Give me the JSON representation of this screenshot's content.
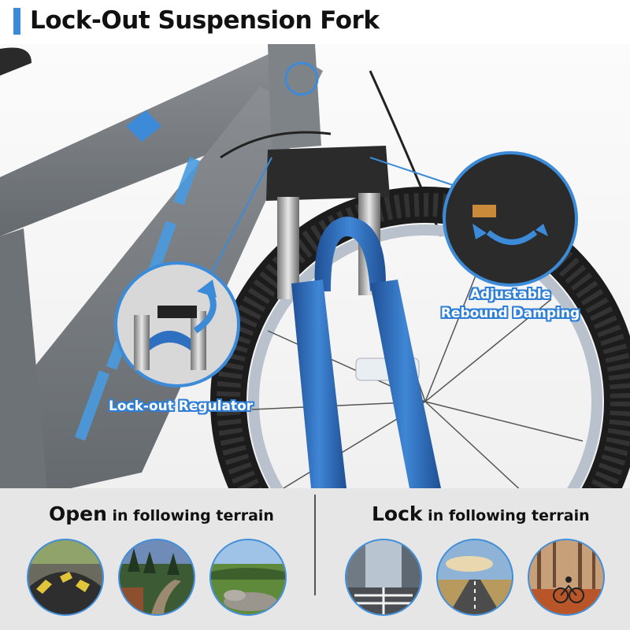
{
  "header": {
    "title": "Lock-Out Suspension Fork",
    "accent_color": "#3b8bd9"
  },
  "callouts": {
    "adjustable_line1": "Adjustable",
    "adjustable_line2": "Rebound Damping",
    "lockout": "Lock-out Regulator",
    "outline_color": "#2f7fd6"
  },
  "terrain": {
    "open": {
      "keyword": "Open",
      "rest": " in following terrain",
      "images": [
        "speed-bump-photo",
        "forest-trail-photo",
        "rocky-field-photo"
      ]
    },
    "lock": {
      "keyword": "Lock",
      "rest": " in following terrain",
      "images": [
        "city-street-photo",
        "open-road-photo",
        "autumn-forest-cyclist-photo"
      ]
    }
  },
  "colors": {
    "frame": "#7b7f83",
    "fork_blue": "#2e6fbf",
    "tire": "#1c1c1c",
    "panel_bg": "#e6e6e6"
  }
}
